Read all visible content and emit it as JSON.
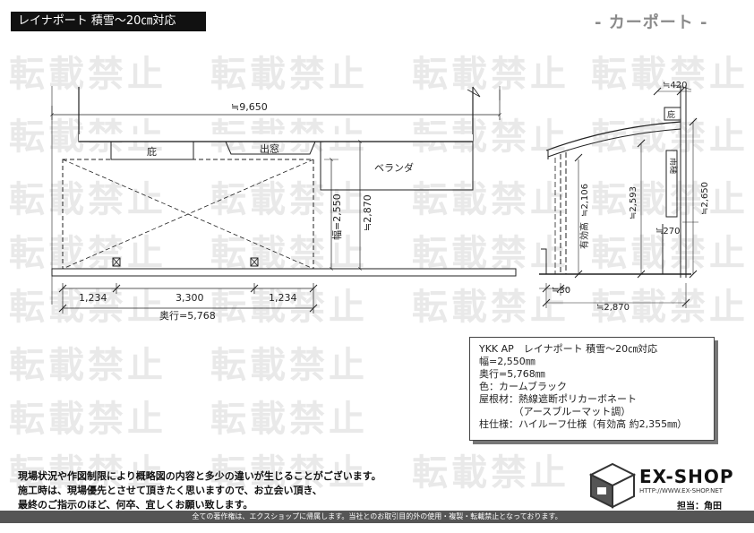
{
  "header": {
    "title": "レイナポート 積雪～20㎝対応",
    "section": "- カーポート -"
  },
  "watermark": "転載禁止",
  "plan": {
    "total_width": "≒9,650",
    "room_hisashi": "庇",
    "room_demado": "出窓",
    "room_veranda": "ベランダ",
    "width_dim": "幅=2,550",
    "height_dim": "≒2,870",
    "span_left": "1,234",
    "span_center": "3,300",
    "span_right": "1,234",
    "depth": "奥行=5,768"
  },
  "section_view": {
    "top_offset": "≒420",
    "hisashi": "庇",
    "eave": "雨樋",
    "effective_height_label": "有効高",
    "effective_height": "≒2,106",
    "h2593": "≒2,593",
    "h2650": "≒2,650",
    "d270": "≒270",
    "d30": "≒30",
    "total_depth": "≒2,870"
  },
  "spec": {
    "line1": "YKK AP　レイナポート 積雪～20㎝対応",
    "line2": "幅=2,550㎜",
    "line3": "奥行=5,768㎜",
    "line4": "色：カームブラック",
    "line5": "屋根材：熱線遮断ポリカーボネート",
    "line6": "　　　　（アースブルーマット調）",
    "line7": "柱仕様：ハイルーフ仕様（有効高 約2,355㎜）"
  },
  "notes": {
    "line1": "現場状況や作図制限により概略図の内容と多少の違いが生じることがございます。",
    "line2": "施工時は、現場優先とさせて頂きたく思いますので、お立会い頂き、",
    "line3": "最終のご指示のほど、何卒、宜しくお願い致します。"
  },
  "logo": {
    "name": "EX-SHOP",
    "url": "HTTP://WWW.EX-SHOP.NET",
    "staff": "担当：角田"
  },
  "footer": "全ての著作権は、エクスショップに帰属します。当社とのお取引目的外の使用・複製・転載禁止となっております。"
}
